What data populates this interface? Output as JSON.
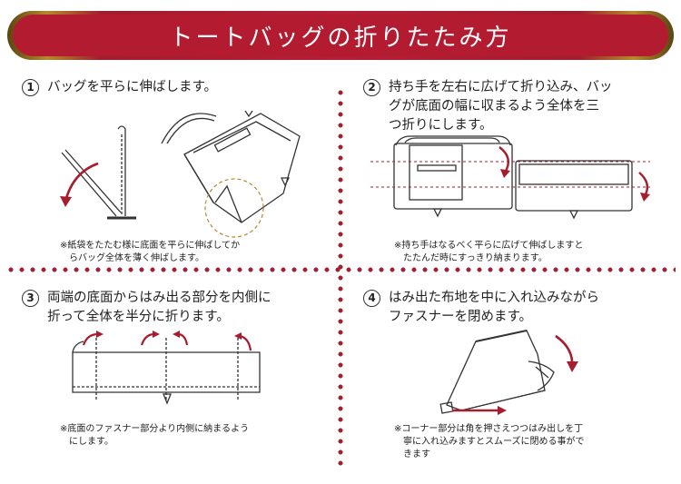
{
  "title": "トートバッグの折りたたみ方",
  "steps": [
    {
      "num": "1",
      "text": "バッグを平らに伸ばします。",
      "note_lines": [
        "※紙袋をたたむ様に底面を平らに伸ばしてか",
        "　らバッグ全体を薄く伸ばします。"
      ]
    },
    {
      "num": "2",
      "text_lines": [
        "持ち手を左右に広げて折り込み、バッ",
        "グが底面の幅に収まるよう全体を三",
        "つ折りにします。"
      ],
      "note_lines": [
        "※持ち手はなるべく平らに広げて伸ばしますと",
        "　たたんだ時にすっきり納まります。"
      ]
    },
    {
      "num": "3",
      "text_lines": [
        "両端の底面からはみ出る部分を内側に",
        "折って全体を半分に折ります。"
      ],
      "note_lines": [
        "※底面のファスナー部分より内側に納まるよう",
        "　にします。"
      ]
    },
    {
      "num": "4",
      "text_lines": [
        "はみ出た布地を中に入れ込みながら",
        "ファスナーを閉めます。"
      ],
      "note_lines": [
        "※コーナー部分は角を押さえつつはみ出しを丁",
        "　寧に入れ込みますとスムーズに閉める事がで",
        "　きます"
      ]
    }
  ],
  "colors": {
    "accent": "#b31c30",
    "arrow": "#a51d2e",
    "line": "#333333"
  }
}
